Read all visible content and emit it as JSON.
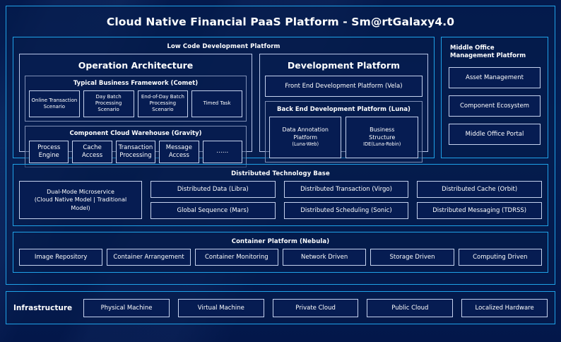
{
  "title": "Cloud Native Financial PaaS Platform - Sm@rtGalaxy4.0",
  "colors": {
    "background": "#031a4a",
    "panel_border": "#1fa2e8",
    "box_border": "#c5d2ee",
    "subgroup_border": "#7f8fb5",
    "box_fill": "#061c52",
    "text": "#ffffff"
  },
  "low_code": {
    "title": "Low Code Development Platform",
    "operation": {
      "title": "Operation Architecture",
      "business_framework": {
        "title": "Typical Business Framework (Comet)",
        "items": [
          "Online Transaction\nScenario",
          "Day Batch Processing\nScenario",
          "End-of-Day Batch\nProcessing Scenario",
          "Timed Task"
        ]
      },
      "component_warehouse": {
        "title": "Component Cloud Warehouse (Gravity)",
        "items": [
          "Process\nEngine",
          "Cache\nAccess",
          "Transaction\nProcessing",
          "Message\nAccess",
          "……"
        ]
      }
    },
    "development": {
      "title": "Development Platform",
      "front_end": "Front End Development Platform (Vela)",
      "back_end": {
        "title": "Back End Development Platform (Luna)",
        "items": [
          {
            "main": "Data Annotation\nPlatform",
            "sub": "(Luna-Web)"
          },
          {
            "main": "Business\nStructure",
            "sub": "IDE(Luna-Robin)"
          }
        ]
      }
    }
  },
  "middle_office": {
    "title": "Middle Office Management Platform",
    "items": [
      "Asset Management",
      "Component Ecosystem",
      "Middle Office Portal"
    ]
  },
  "distributed_technology_base": {
    "title": "Distributed Technology Base",
    "highlight": "Dual-Mode Microservice\n(Cloud Native Model | Traditional Model)",
    "items": [
      "Distributed Data (Libra)",
      "Distributed Transaction (Virgo)",
      "Distributed Cache (Orbit)",
      "Global Sequence (Mars)",
      "Distributed Scheduling (Sonic)",
      "Distributed Messaging (TDRSS)"
    ]
  },
  "container_platform": {
    "title": "Container Platform (Nebula)",
    "items": [
      "Image Repository",
      "Container Arrangement",
      "Container Monitoring",
      "Network Driven",
      "Storage Driven",
      "Computing Driven"
    ]
  },
  "infrastructure": {
    "label": "Infrastructure",
    "items": [
      "Physical Machine",
      "Virtual Machine",
      "Private Cloud",
      "Public Cloud",
      "Localized Hardware"
    ]
  }
}
